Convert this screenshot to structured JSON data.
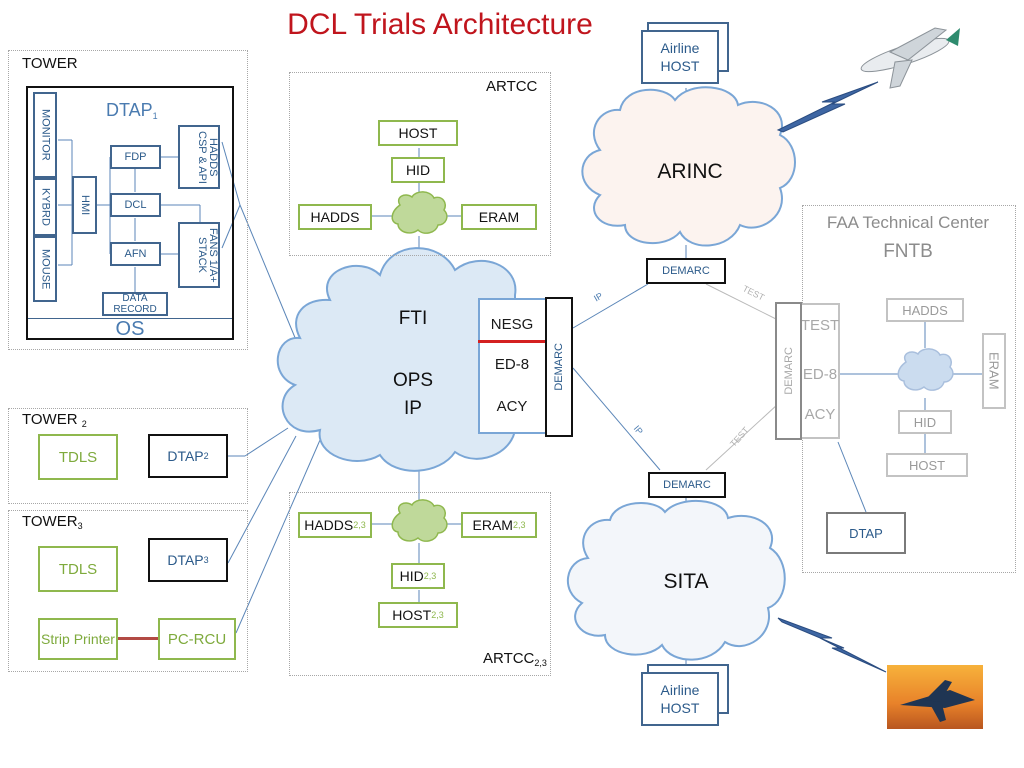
{
  "title": "DCL Trials Architecture",
  "tower1": {
    "label": "TOWER",
    "dtap_label": "DTAP",
    "dtap_sub": "1",
    "monitor": "MONITOR",
    "kybrd": "KYBRD",
    "mouse": "MOUSE",
    "hmi": "HMI",
    "fdp": "FDP",
    "dcl": "DCL",
    "afn": "AFN",
    "hadds_csp_api": "HADDS CSP & API",
    "fans_stack": "FANS 1/A+ STACK",
    "data_record": "DATA RECORD",
    "os": "OS"
  },
  "tower2": {
    "label": "TOWER",
    "sub": "2",
    "tdls": "TDLS",
    "dtap": "DTAP",
    "dtap_sub": "2"
  },
  "tower3": {
    "label": "TOWER",
    "sub": "3",
    "tdls": "TDLS",
    "dtap": "DTAP",
    "dtap_sub": "3",
    "strip_printer": "Strip Printer",
    "pc_rcu": "PC-RCU"
  },
  "artcc1": {
    "label": "ARTCC",
    "host": "HOST",
    "hid": "HID",
    "hadds": "HADDS",
    "eram": "ERAM"
  },
  "artcc23": {
    "label": "ARTCC",
    "sub": "2,3",
    "hadds": "HADDS",
    "eram": "ERAM",
    "hid": "HID",
    "host": "HOST",
    "box_sub": "2,3"
  },
  "fti": {
    "line1": "FTI",
    "line2": "OPS",
    "line3": "IP",
    "nesg": "NESG",
    "ed8": "ED-8",
    "acy": "ACY",
    "demarc": "DEMARC"
  },
  "arinc": {
    "label": "ARINC",
    "airline_host": "Airline HOST",
    "demarc": "DEMARC"
  },
  "sita": {
    "label": "SITA",
    "airline_host": "Airline HOST",
    "demarc": "DEMARC"
  },
  "faa": {
    "title1": "FAA Technical Center",
    "title2": "FNTB",
    "test": "TEST",
    "ed8": "ED-8",
    "acy": "ACY",
    "demarc": "DEMARC",
    "hadds": "HADDS",
    "eram": "ERAM",
    "hid": "HID",
    "host": "HOST",
    "dtap": "DTAP"
  },
  "links": {
    "ip": "IP",
    "test": "TEST"
  },
  "colors": {
    "title": "#c0151d",
    "green": "#8fb84e",
    "blue": "#41658e",
    "cloud_fill": "#dce9f5",
    "cloud_stroke": "#7aa6d6",
    "gray": "#c3c3c3",
    "nesg_line": "#d42020"
  }
}
